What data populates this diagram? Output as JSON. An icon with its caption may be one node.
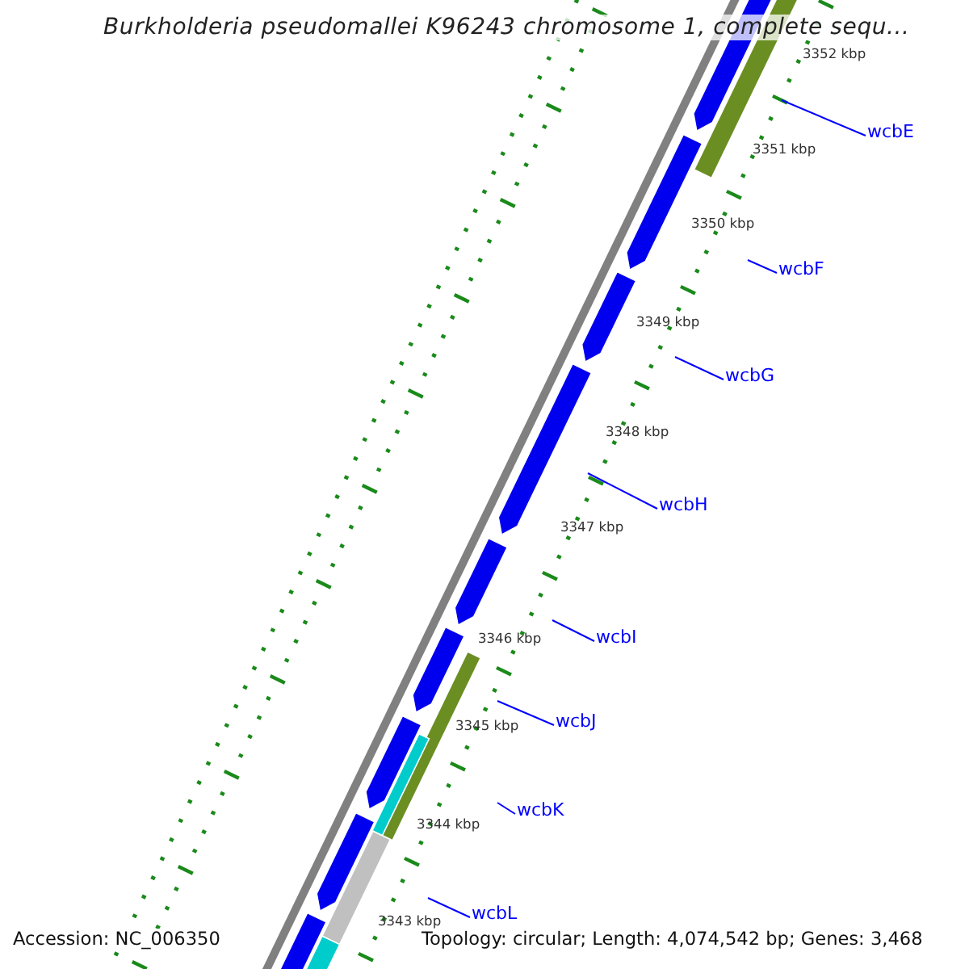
{
  "diagram": {
    "title": "Burkholderia pseudomallei K96243 chromosome 1, complete sequ...",
    "nodes": [
      {
        "text": [
          "wcbE"
        ]
      },
      {
        "text": [
          "wcbF"
        ]
      },
      {
        "text": [
          "wcbG"
        ]
      },
      {
        "text": [
          "wcbH"
        ]
      },
      {
        "text": [
          "wcbI"
        ]
      },
      {
        "text": [
          "wcbJ"
        ]
      },
      {
        "text": [
          "wcbK"
        ]
      },
      {
        "text": [
          "wcbL"
        ]
      }
    ],
    "edges": [
      {
        "from": 0,
        "to": null,
        "arrow": "none"
      },
      {
        "from": 1,
        "to": null,
        "arrow": "none"
      },
      {
        "from": 2,
        "to": null,
        "arrow": "none"
      },
      {
        "from": 3,
        "to": null,
        "arrow": "none"
      },
      {
        "from": 4,
        "to": null,
        "arrow": "none"
      },
      {
        "from": 5,
        "to": null,
        "arrow": "none"
      },
      {
        "from": 6,
        "to": null,
        "arrow": "none"
      },
      {
        "from": 7,
        "to": null,
        "arrow": "none"
      }
    ],
    "labels": [
      "3352 kbp",
      "3351 kbp",
      "3350 kbp",
      "3349 kbp",
      "3348 kbp",
      "3347 kbp",
      "3346 kbp",
      "3345 kbp",
      "3344 kbp",
      "3343 kbp",
      "Accession: NC_006350",
      "Topology: circular; Length: 4,074,542 bp; Genes: 3,468"
    ]
  }
}
